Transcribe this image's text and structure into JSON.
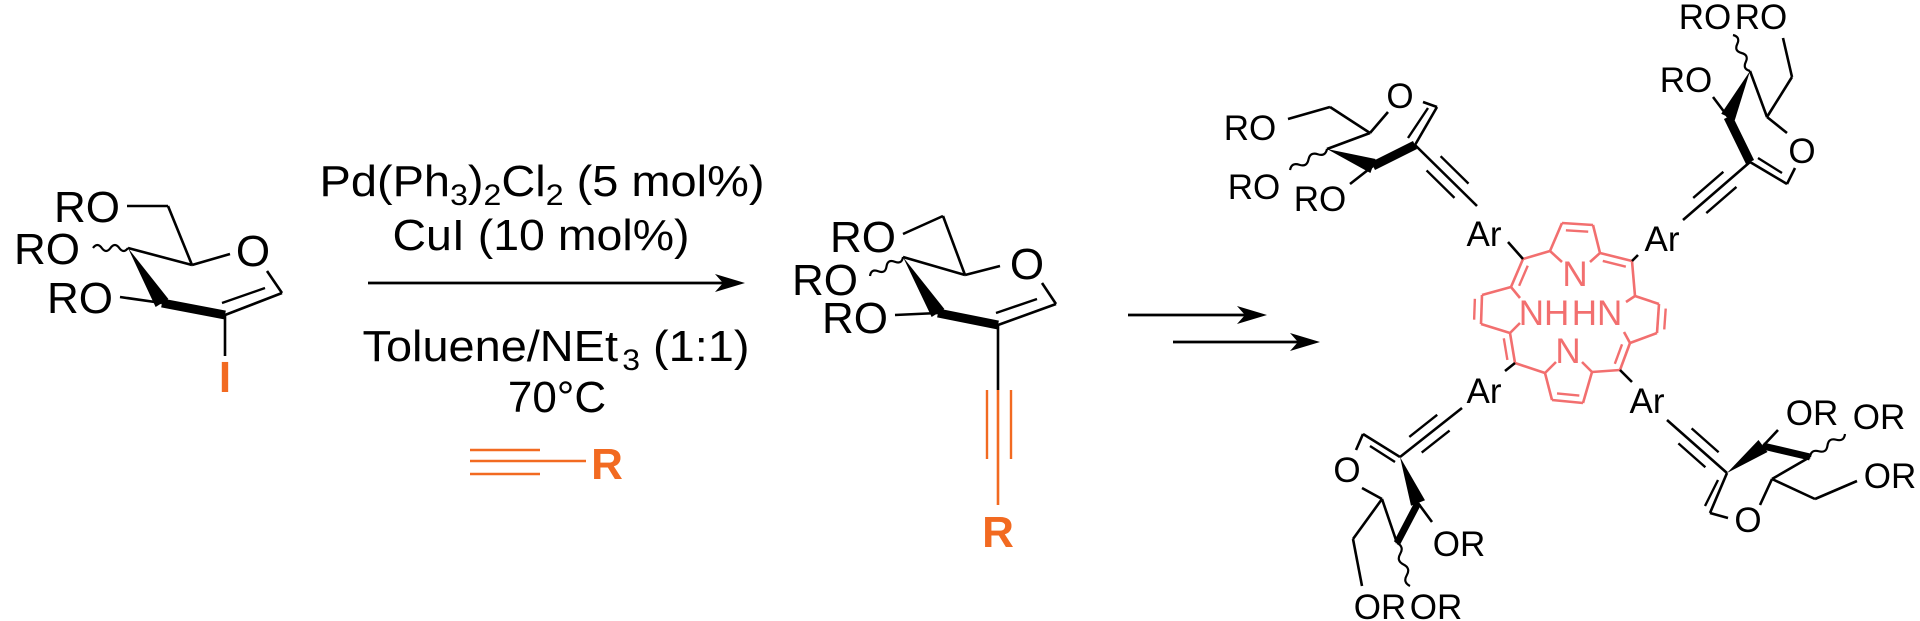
{
  "colors": {
    "bond": "#000000",
    "highlight_orange": "#f26a21",
    "porphyrin_pink": "#f26f6f",
    "background": "#ffffff"
  },
  "starting_material": {
    "labels": [
      "RO",
      "RO",
      "RO"
    ],
    "ring_oxygen": "O",
    "halogen": "I"
  },
  "conditions": {
    "catalyst": {
      "a": "Pd(Ph",
      "b": "3",
      "c": ")",
      "d": "2",
      "e": "Cl",
      "f": "2",
      "g": " (5 mol%)"
    },
    "cocatalyst": "CuI (10 mol%)",
    "solvent": {
      "a": "Toluene/NEt",
      "b": "3",
      "c": " (1:1)"
    },
    "temperature": "70°C",
    "alkyne_substituent": "R"
  },
  "intermediate": {
    "labels": [
      "RO",
      "RO",
      "RO"
    ],
    "ring_oxygen": "O",
    "substituent": "R"
  },
  "porphyrin_product": {
    "aryl": [
      "Ar",
      "Ar",
      "Ar",
      "Ar"
    ],
    "core": {
      "n_top": "N",
      "nh_left": "NH",
      "hn_right": "HN",
      "n_bottom": "N"
    },
    "glycal_top_left": {
      "labels": [
        "RO",
        "RO",
        "RO"
      ],
      "ring_oxygen": "O"
    },
    "glycal_top_right": {
      "labels": [
        "RO",
        "RO",
        "RO"
      ],
      "ring_oxygen": "O"
    },
    "glycal_bottom_left": {
      "labels": [
        "OR",
        "OR",
        "OR"
      ],
      "ring_oxygen": "O"
    },
    "glycal_bottom_right": {
      "labels": [
        "OR",
        "OR",
        "OR"
      ],
      "ring_oxygen": "O"
    }
  }
}
